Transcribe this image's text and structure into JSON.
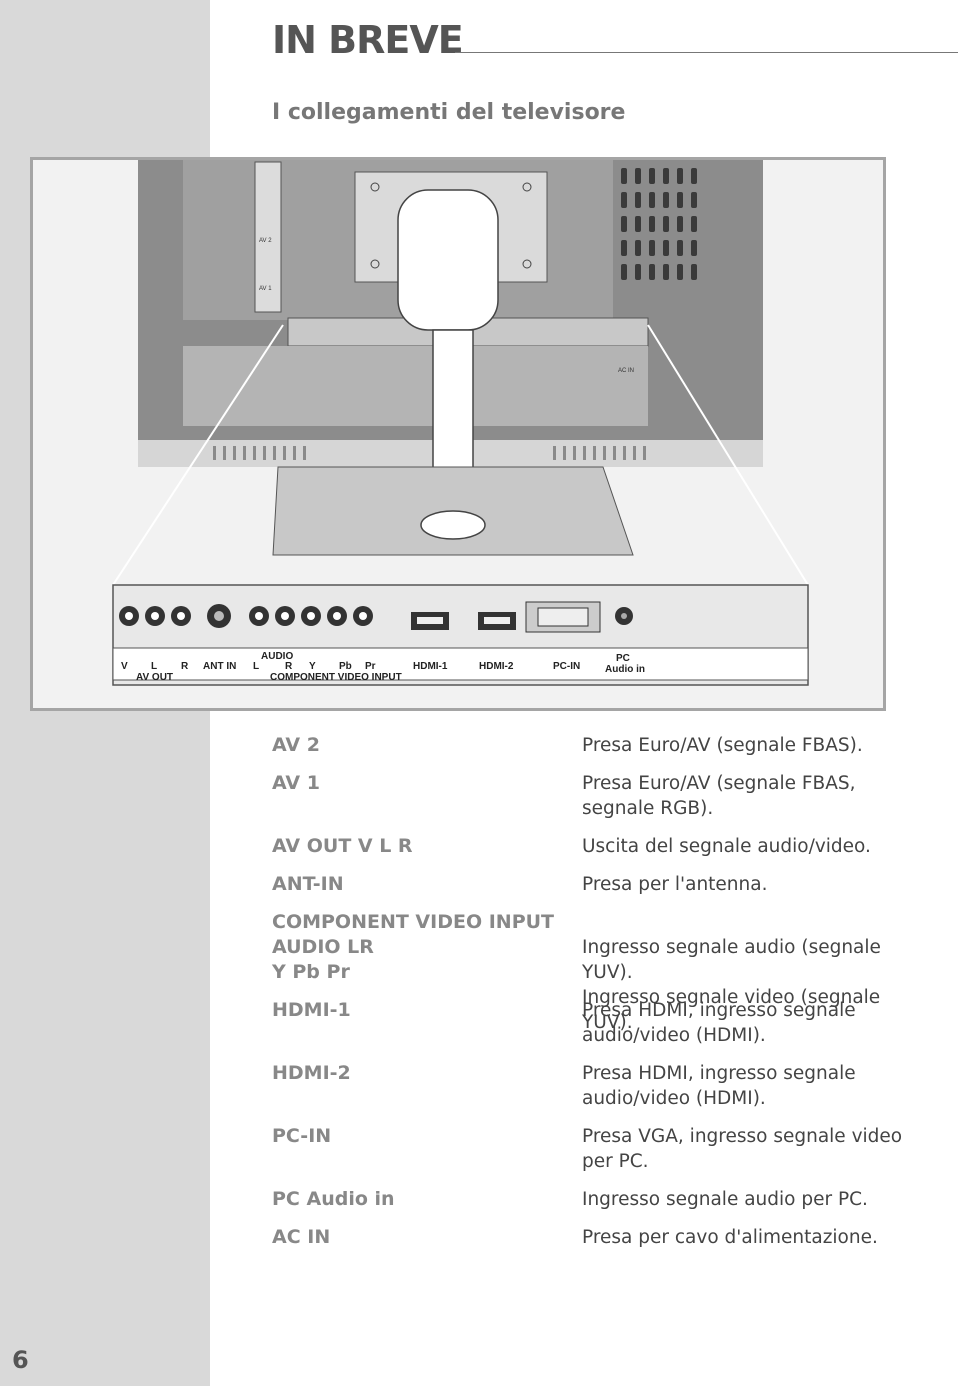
{
  "page": {
    "title": "IN BREVE",
    "section_title": "I collegamenti del televisore",
    "page_number": "6"
  },
  "figure": {
    "tv_side_labels": {
      "av2": "AV 2",
      "av1": "AV 1",
      "ac_in": "AC IN"
    },
    "panel_labels": {
      "v": "V",
      "l": "L",
      "r": "R",
      "av_out": "AV OUT",
      "ant_in": "ANT IN",
      "audio": "AUDIO",
      "l2": "L",
      "r2": "R",
      "y": "Y",
      "pb": "Pb",
      "pr": "Pr",
      "component": "COMPONENT VIDEO INPUT",
      "hdmi1": "HDMI-1",
      "hdmi2": "HDMI-2",
      "pc_in": "PC-IN",
      "pc": "PC",
      "audio_in": "Audio in"
    }
  },
  "connections": [
    {
      "term": "AV 2",
      "description": "Presa Euro/AV (segnale FBAS)."
    },
    {
      "term": "AV 1",
      "description": "Presa Euro/AV (segnale FBAS,\nsegnale RGB)."
    },
    {
      "term": "AV OUT  V   L  R",
      "description": "Uscita del segnale audio/video."
    },
    {
      "term": "ANT-IN",
      "description": "Presa per l'antenna."
    },
    {
      "term": "COMPONENT VIDEO INPUT\nAUDIO LR\nY  Pb  Pr",
      "description": "\nIngresso segnale audio (segnale YUV).\nIngresso segnale video (segnale YUV)."
    },
    {
      "term": "HDMI-1",
      "description": "Presa HDMI, ingresso segnale\naudio/video (HDMI)."
    },
    {
      "term": "HDMI-2",
      "description": "Presa HDMI, ingresso segnale\naudio/video (HDMI)."
    },
    {
      "term": "PC-IN",
      "description": "Presa VGA, ingresso segnale video\nper PC."
    },
    {
      "term": "PC Audio in",
      "description": "Ingresso segnale audio per PC."
    },
    {
      "term": "AC IN",
      "description": "Presa per cavo d'alimentazione."
    }
  ]
}
